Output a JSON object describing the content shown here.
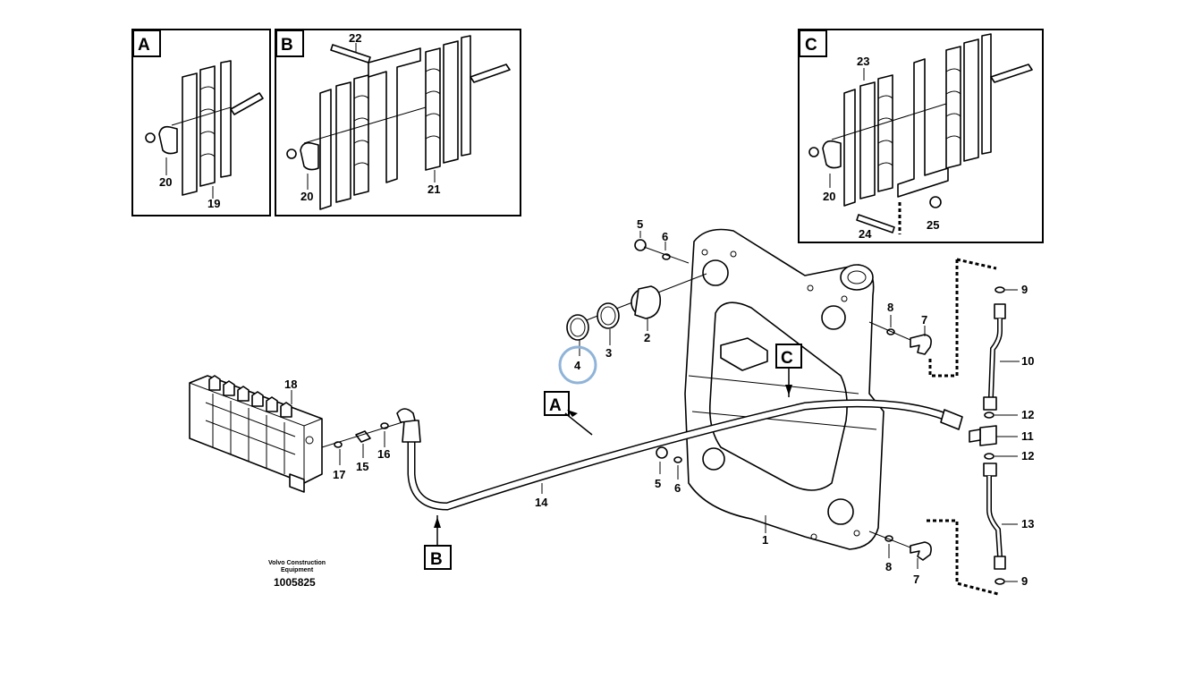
{
  "sections": {
    "A": "A",
    "B": "B",
    "C": "C"
  },
  "callouts": {
    "p1": "1",
    "p2": "2",
    "p3": "3",
    "p4": "4",
    "p5a": "5",
    "p5b": "5",
    "p6a": "6",
    "p6b": "6",
    "p7a": "7",
    "p7b": "7",
    "p8a": "8",
    "p8b": "8",
    "p9a": "9",
    "p9b": "9",
    "p10": "10",
    "p11": "11",
    "p12a": "12",
    "p12b": "12",
    "p13": "13",
    "p14": "14",
    "p15": "15",
    "p16": "16",
    "p17": "17",
    "p18": "18",
    "p19": "19",
    "p20a": "20",
    "p20b": "20",
    "p20c": "20",
    "p21": "21",
    "p22": "22",
    "p23": "23",
    "p24": "24",
    "p25": "25"
  },
  "views": {
    "A": "A",
    "B": "B",
    "C": "C"
  },
  "footer": {
    "brand_line1": "Volvo Construction",
    "brand_line2": "Equipment",
    "code": "1005825"
  },
  "highlight_color": "#8fb4d9"
}
